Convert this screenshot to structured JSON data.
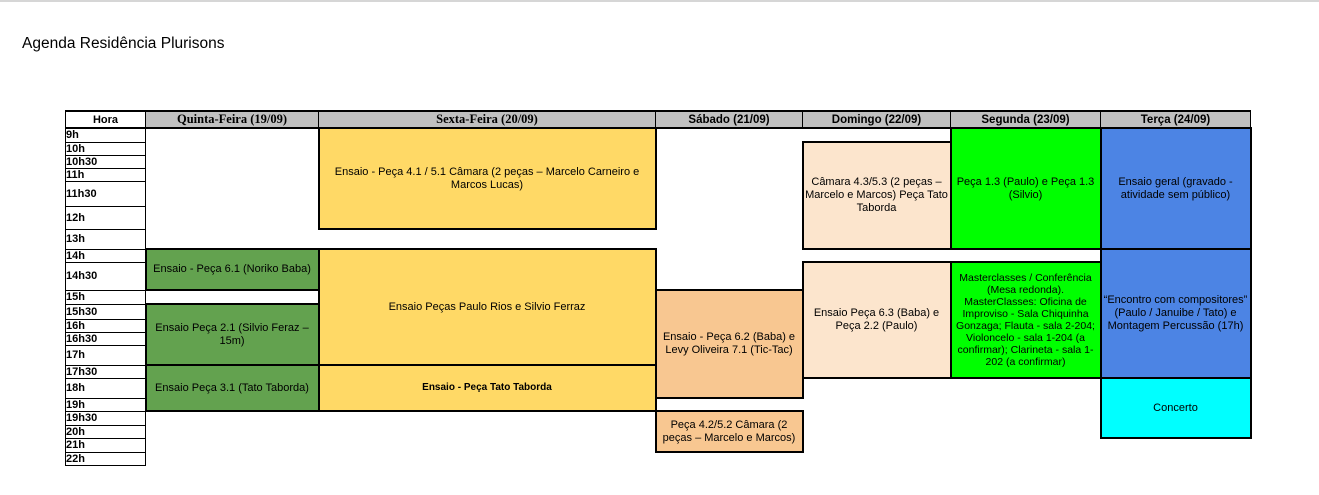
{
  "page": {
    "title": "Agenda Residência Plurisons"
  },
  "colors": {
    "header_bg": "#c0c0c0",
    "green": "#63a24f",
    "bright_green": "#00ff00",
    "yellow": "#ffd966",
    "orange": "#f8c791",
    "peach": "#fce5cd",
    "blue": "#4c84e4",
    "cyan": "#00ffff"
  },
  "table": {
    "hora_header": "Hora",
    "day_headers": [
      {
        "id": "quinta",
        "label": "Quinta-Feira (19/09)"
      },
      {
        "id": "sexta",
        "label": "Sexta-Feira (20/09)"
      },
      {
        "id": "sabado",
        "label": "Sábado (21/09)"
      },
      {
        "id": "domingo",
        "label": "Domingo (22/09)"
      },
      {
        "id": "segunda",
        "label": "Segunda (23/09)"
      },
      {
        "id": "terca",
        "label": "Terça (24/09)"
      }
    ],
    "times": [
      "9h",
      "10h",
      "10h30",
      "11h",
      "11h30",
      "12h",
      "13h",
      "14h",
      "14h30",
      "15h",
      "15h30",
      "16h",
      "16h30",
      "17h",
      "17h30",
      "18h",
      "19h",
      "19h30",
      "20h",
      "21h",
      "22h"
    ],
    "events": [
      {
        "id": "ensaio-peca-6-1",
        "day": "quinta",
        "start": "14h",
        "end": "15h",
        "color": "green",
        "label": "Ensaio - Peça 6.1 (Noriko Baba)"
      },
      {
        "id": "ensaio-peca-2-1",
        "day": "quinta",
        "start": "15h30",
        "end": "17h30",
        "color": "green",
        "label": "Ensaio Peça 2.1 (Silvio Feraz –15m)"
      },
      {
        "id": "ensaio-peca-3-1",
        "day": "quinta",
        "start": "17h30",
        "end": "19h30",
        "color": "green",
        "label": "Ensaio Peça 3.1 (Tato Taborda)"
      },
      {
        "id": "ensaio-peca-4-1-5-1",
        "day": "sexta",
        "start": "9h",
        "end": "13h",
        "color": "yellow",
        "label": "Ensaio - Peça 4.1 / 5.1 Câmara (2 peças – Marcelo Carneiro e Marcos Lucas)"
      },
      {
        "id": "ensaio-pecas-paulo-rios",
        "day": "sexta",
        "start": "14h",
        "end": "17h30",
        "color": "yellow",
        "label": "Ensaio Peças Paulo Rios e Silvio Ferraz"
      },
      {
        "id": "ensaio-peca-tato",
        "day": "sexta",
        "start": "17h30",
        "end": "19h30",
        "color": "yellow",
        "small_text": true,
        "label": "Ensaio - Peça Tato Taborda"
      },
      {
        "id": "ensaio-peca-6-2-levy",
        "day": "sabado",
        "start": "15h",
        "end": "19h",
        "color": "orange",
        "label": "Ensaio - Peça 6.2 (Baba) e Levy Oliveira 7.1 (Tic-Tac)"
      },
      {
        "id": "peca-4-2-5-2-camara",
        "day": "sabado",
        "start": "19h30",
        "end": "22h",
        "color": "orange",
        "label": "Peça 4.2/5.2 Câmara (2 peças – Marcelo e Marcos)"
      },
      {
        "id": "camara-4-3-5-3",
        "day": "domingo",
        "start": "10h",
        "end": "14h",
        "color": "peach",
        "label": "Câmara 4.3/5.3 (2 peças – Marcelo e Marcos) Peça Tato Taborda"
      },
      {
        "id": "ensaio-peca-6-3",
        "day": "domingo",
        "start": "14h30",
        "end": "18h",
        "color": "peach",
        "label": "Ensaio Peça 6.3 (Baba) e Peça 2.2 (Paulo)"
      },
      {
        "id": "peca-1-3",
        "day": "segunda",
        "start": "9h",
        "end": "14h",
        "color": "bright_green",
        "label": "Peça 1.3 (Paulo) e Peça 1.3 (Silvio)"
      },
      {
        "id": "masterclasses",
        "day": "segunda",
        "start": "14h30",
        "end": "18h",
        "color": "bright_green",
        "label": "Masterclasses / Conferência (Mesa redonda). MasterClasses: Oficina de Improviso - Sala Chiquinha Gonzaga; Flauta - sala 2-204; Violoncelo - sala 1-204 (a confirmar); Clarineta - sala 1-202 (a confirmar)"
      },
      {
        "id": "ensaio-geral",
        "day": "terca",
        "start": "9h",
        "end": "14h",
        "color": "blue",
        "label": "Ensaio geral (gravado - atividade sem público)"
      },
      {
        "id": "encontro-compositores",
        "day": "terca",
        "start": "14h",
        "end": "18h",
        "color": "blue",
        "label": "“Encontro com compositores” (Paulo / Januibe / Tato) e Montagem Percussão (17h)"
      },
      {
        "id": "concerto",
        "day": "terca",
        "start": "18h",
        "end": "21h",
        "color": "cyan",
        "label": "Concerto"
      }
    ]
  }
}
